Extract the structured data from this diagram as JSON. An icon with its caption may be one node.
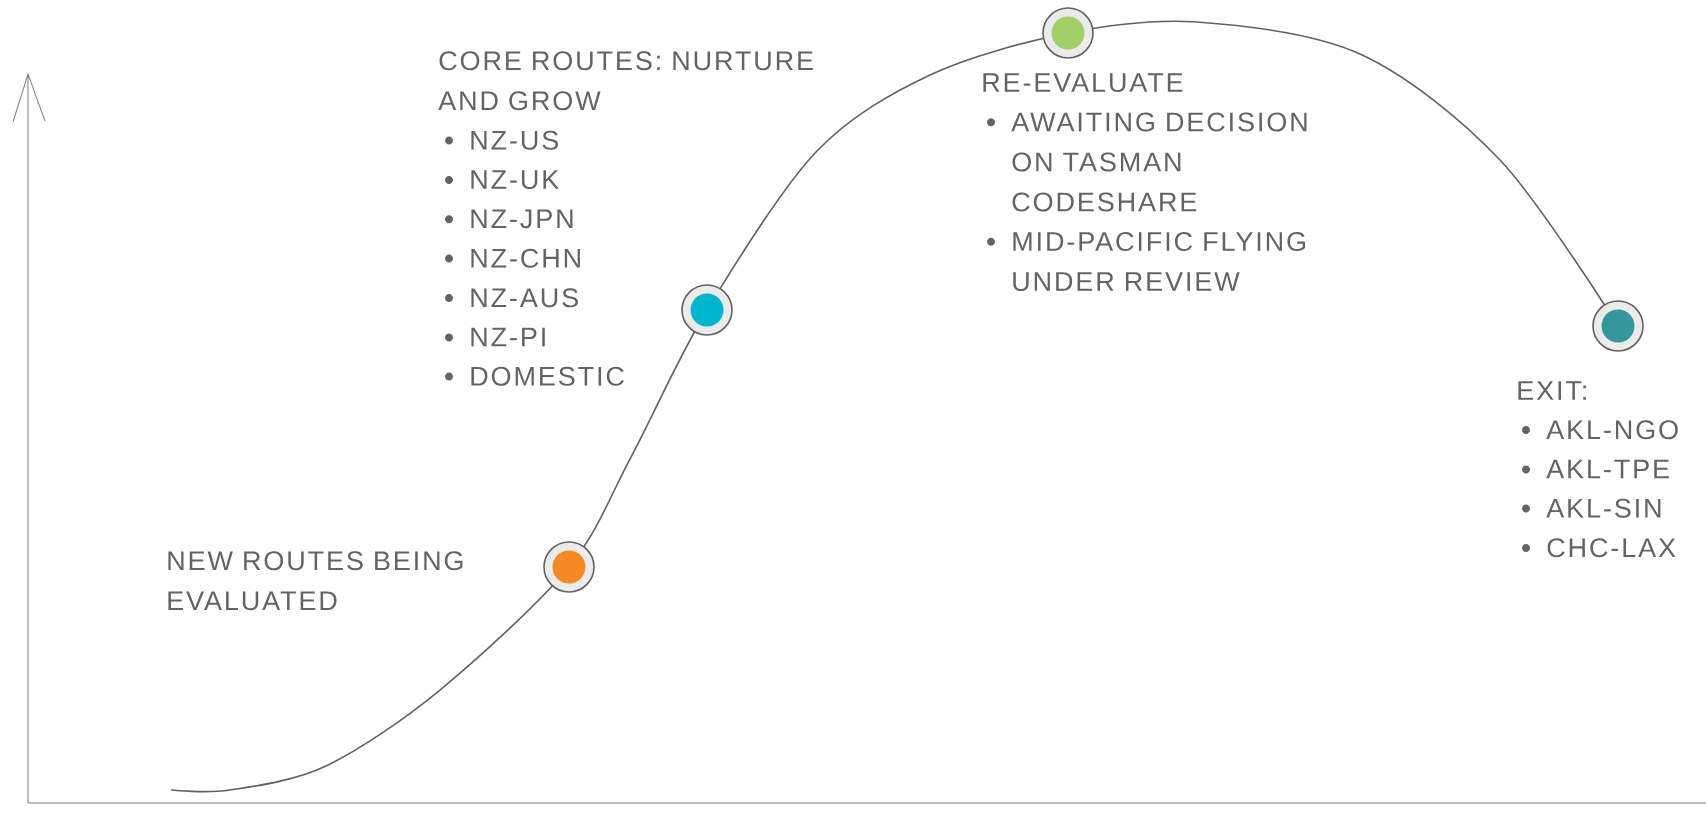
{
  "diagram": {
    "nodes": [
      {
        "text": [],
        "shape": "circle",
        "beside": [
          "NEW ROUTES BEING EVALUATED"
        ]
      },
      {
        "text": [],
        "shape": "circle",
        "beside": [
          "CORE ROUTES: NURTURE AND GROW",
          "NZ-US",
          "NZ-UK",
          "NZ-JPN",
          "NZ-CHN",
          "NZ-AUS",
          "NZ-PI",
          "DOMESTIC"
        ]
      },
      {
        "text": [],
        "shape": "circle",
        "beside": [
          "RE-EVALUATE",
          "AWAITING DECISION ON TASMAN CODESHARE",
          "MID-PACIFIC FLYING UNDER REVIEW"
        ]
      },
      {
        "text": [],
        "shape": "circle",
        "beside": [
          "EXIT:",
          "AKL-NGO",
          "AKL-TPE",
          "AKL-SIN",
          "CHC-LAX"
        ]
      }
    ]
  }
}
